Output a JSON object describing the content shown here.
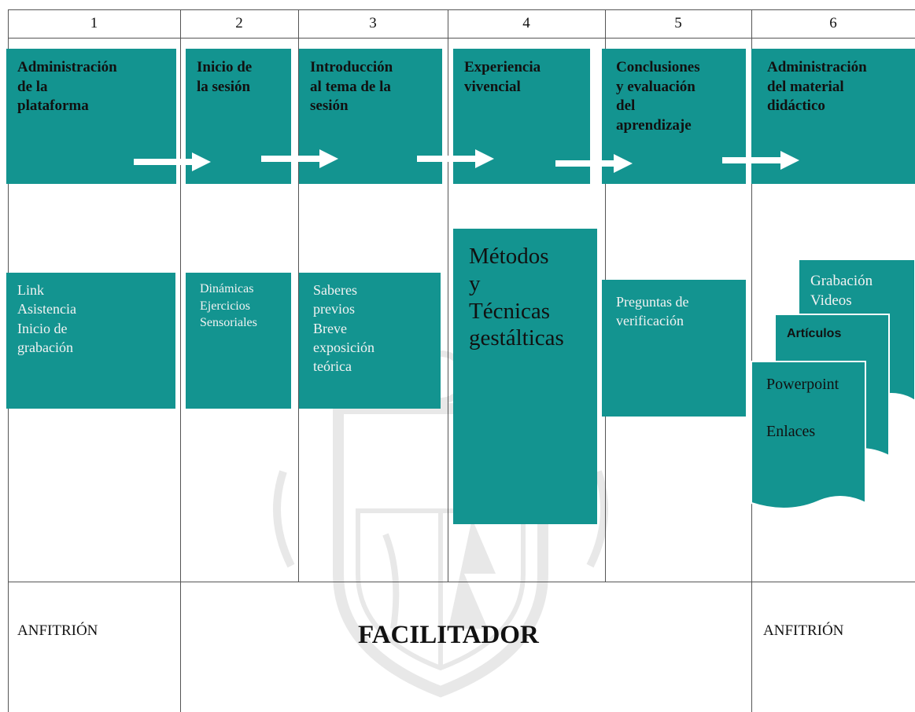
{
  "columns": [
    {
      "number": "1",
      "heading": "Administración\nde la\nplataforma",
      "content": "Link\nAsistencia\nInicio de\ngrabación"
    },
    {
      "number": "2",
      "heading": "Inicio de\nla sesión",
      "content": "Dinámicas\nEjercicios\nSensoriales"
    },
    {
      "number": "3",
      "heading": "Introducción\nal tema de la\nsesión",
      "content": "Saberes\nprevios\nBreve\nexposición\nteórica"
    },
    {
      "number": "4",
      "heading": "Experiencia\nvivencial",
      "content": "Métodos\ny\nTécnicas\ngestálticas"
    },
    {
      "number": "5",
      "heading": "Conclusiones\ny evaluación\ndel\naprendizaje",
      "content": "Preguntas de\nverificación"
    },
    {
      "number": "6",
      "heading": "Administración\ndel material\ndidáctico"
    }
  ],
  "materials": {
    "top_page": "Grabación\nVideos",
    "middle_page": "Artículos",
    "front_page_line1": "Powerpoint",
    "front_page_line2": "Enlaces"
  },
  "roles": {
    "left": "ANFITRIÓN",
    "center": "FACILITADOR",
    "right": "ANFITRIÓN"
  },
  "colors": {
    "teal": "#139490",
    "arrow": "#ffffff",
    "grid_line": "#555555"
  }
}
